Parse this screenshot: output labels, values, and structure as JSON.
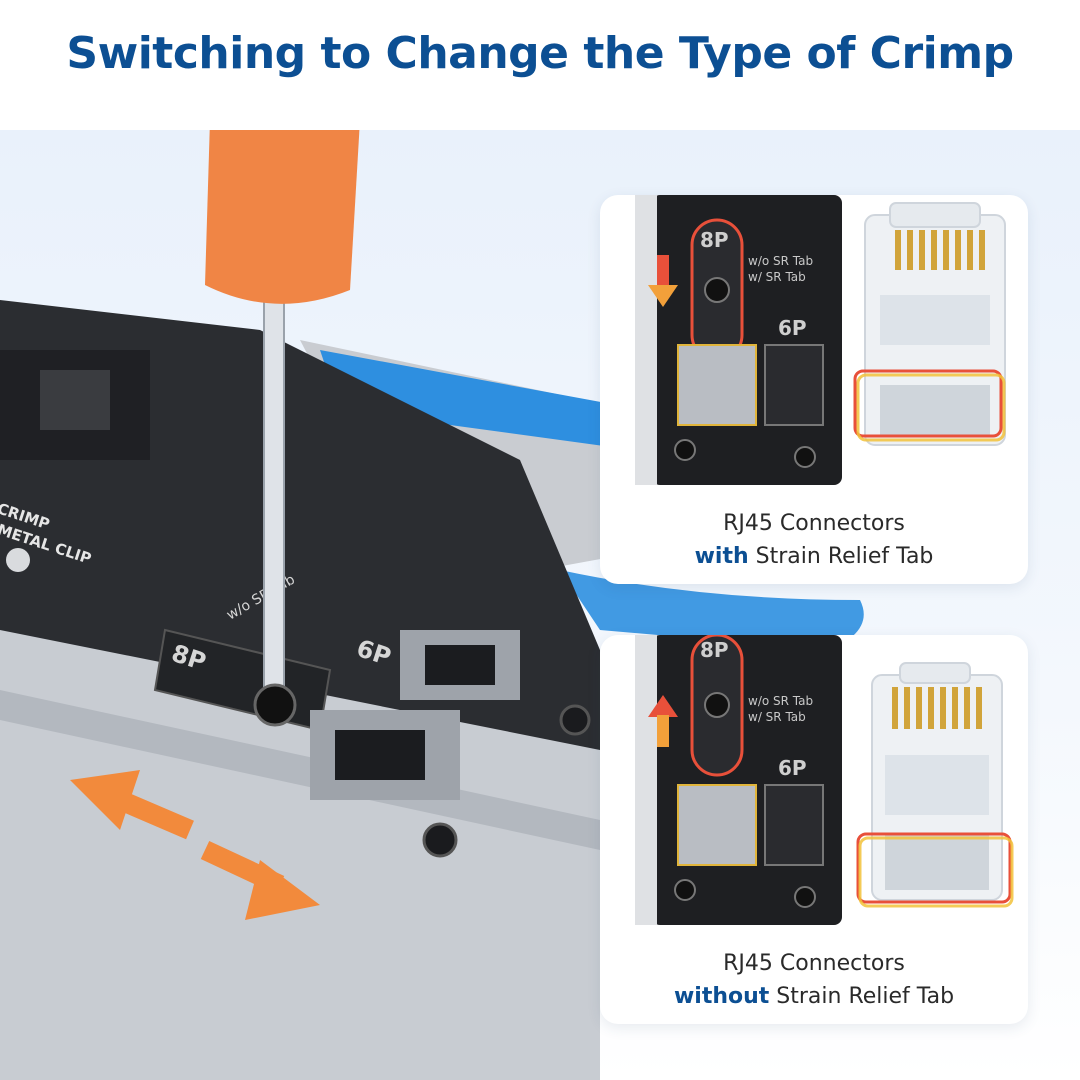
{
  "header": {
    "title": "Switching to Change the Type of Crimp"
  },
  "tool_labels": {
    "crimp": "CRIMP",
    "metal_clip": "METAL CLIP",
    "label_8p": "8P",
    "label_6p": "6P",
    "tab_without": "w/o SR Tab",
    "tab_with": "w/ SR Tab"
  },
  "cards": [
    {
      "line1": "RJ45 Connectors",
      "accent": "with",
      "rest": " Strain Relief Tab"
    },
    {
      "line1": "RJ45 Connectors",
      "accent": "without",
      "rest": " Strain Relief Tab"
    }
  ],
  "colors": {
    "title": "#0c4f93",
    "arrow_orange": "#f28a3c",
    "highlight_red": "#e8503a",
    "highlight_yellow": "#f2c23a",
    "handle_blue": "#2e8fe0",
    "handle_grey": "#c9ccd1"
  }
}
